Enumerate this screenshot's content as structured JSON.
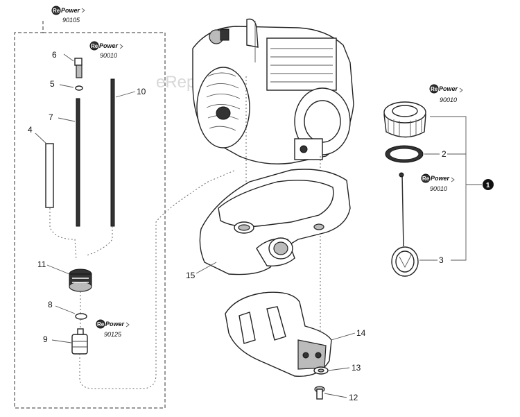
{
  "watermark": "eReplacementParts.com",
  "part_numbers": {
    "p1": "1",
    "p2": "2",
    "p3": "3",
    "p4": "4",
    "p5": "5",
    "p6": "6",
    "p7": "7",
    "p8": "8",
    "p9": "9",
    "p10": "10",
    "p11": "11",
    "p12": "12",
    "p13": "13",
    "p14": "14",
    "p15": "15"
  },
  "repower": {
    "brand_r": "Re",
    "brand_word": "Power",
    "kit_90105": "90105",
    "kit_90010_left": "90010",
    "kit_90125": "90125",
    "kit_90010_cap": "90010",
    "kit_90010_gasket": "90010"
  }
}
